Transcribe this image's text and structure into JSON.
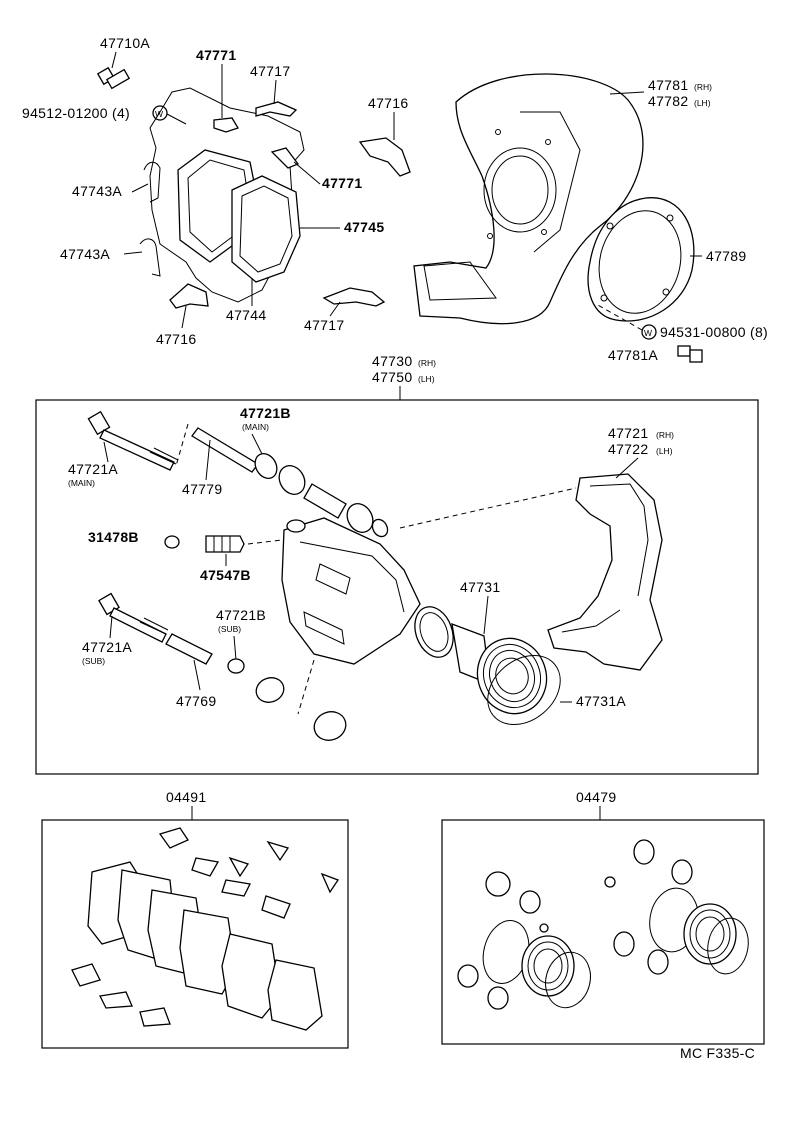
{
  "figure_code": "MC F335-C",
  "washer_symbol": "W",
  "callouts": {
    "bolt_47710A": "47710A",
    "washer_note": "94512-01200 (4)",
    "clip_47771_top": "47771",
    "spring_47717_top": "47717",
    "clip_47716_top": "47716",
    "clip_47771_right": "47771",
    "spring_47743A_a": "47743A",
    "pad_47745": "47745",
    "spring_47743A_b": "47743A",
    "clip_47716_bottom": "47716",
    "pad_47744": "47744",
    "spring_47717_bottom": "47717",
    "shield_rh": "47781",
    "shield_lh": "47782",
    "gasket_47789": "47789",
    "washer_note_2": "94531-00800 (8)",
    "bolt_47781A": "47781A",
    "caliper_rh": "47730",
    "caliper_lh": "47750",
    "bolt_main": "47721A",
    "bolt_main_sub": "(MAIN)",
    "pin_47779": "47779",
    "boot_main": "47721B",
    "boot_main_sub": "(MAIN)",
    "mount_rh": "47721",
    "mount_lh": "47722",
    "cap_31478B": "31478B",
    "bleeder_47547B": "47547B",
    "piston_47731": "47731",
    "bolt_sub": "47721A",
    "bolt_sub_sub": "(SUB)",
    "boot_sub": "47721B",
    "boot_sub_sub": "(SUB)",
    "pin_47769": "47769",
    "seal_47731A": "47731A",
    "kit_pads": "04491",
    "kit_seals": "04479"
  },
  "side_marks": {
    "rh": "(RH)",
    "lh": "(LH)"
  }
}
